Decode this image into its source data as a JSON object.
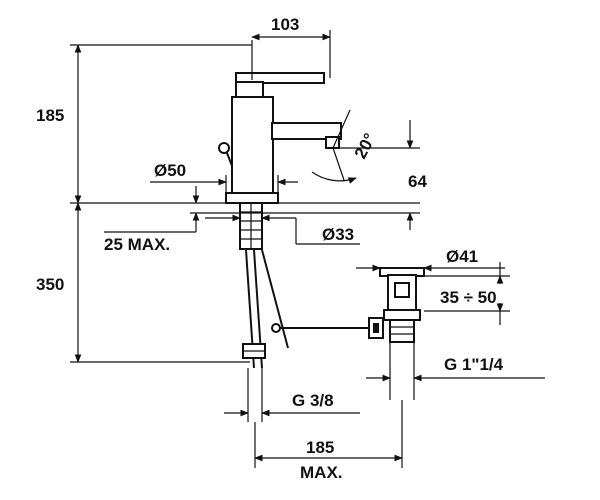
{
  "drawing": {
    "dimensions": {
      "top_width": "103",
      "height_upper": "185",
      "spout_angle": "20°",
      "base_diameter": "Ø50",
      "spout_height": "64",
      "deck_thickness": "25 MAX.",
      "hole_diameter": "Ø33",
      "height_lower": "350",
      "waste_diameter": "Ø41",
      "waste_range": "35 ÷ 50",
      "waste_thread": "G 1\"1/4",
      "inlet_thread": "G 3/8",
      "waste_offset": "185",
      "waste_offset_note": "MAX."
    },
    "colors": {
      "line": "#111111",
      "background": "#ffffff"
    }
  }
}
